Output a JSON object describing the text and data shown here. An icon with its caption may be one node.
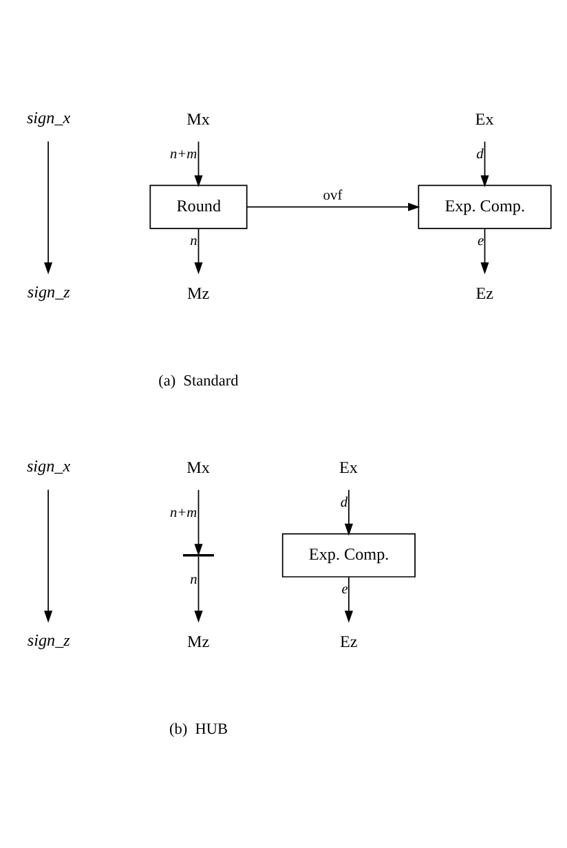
{
  "diagram": {
    "nodes": [
      {
        "text": [
          "sign_x"
        ]
      },
      {
        "text": [
          "Mx"
        ]
      },
      {
        "text": [
          "Ex"
        ]
      },
      {
        "text": [
          "Round"
        ]
      },
      {
        "text": [
          "Exp. Comp."
        ]
      },
      {
        "text": [
          "sign_z"
        ]
      },
      {
        "text": [
          "Mz"
        ]
      },
      {
        "text": [
          "Ez"
        ]
      },
      {
        "text": [
          "sign_x"
        ]
      },
      {
        "text": [
          "Mx"
        ]
      },
      {
        "text": [
          "Ex"
        ]
      },
      {
        "text": [],
        "shape": "bar"
      },
      {
        "text": [
          "Exp. Comp."
        ]
      },
      {
        "text": [
          "sign_z"
        ]
      },
      {
        "text": [
          "Mz"
        ]
      },
      {
        "text": [
          "Ez"
        ]
      }
    ],
    "edges": [
      {
        "from": 0,
        "to": 5,
        "arrow": "to"
      },
      {
        "from": 1,
        "to": 3,
        "arrow": "to",
        "label": "n+m"
      },
      {
        "from": 2,
        "to": 4,
        "arrow": "to",
        "label": "d"
      },
      {
        "from": 3,
        "to": 4,
        "arrow": "to",
        "label": "ovf"
      },
      {
        "from": 3,
        "to": 6,
        "arrow": "to",
        "label": "n"
      },
      {
        "from": 4,
        "to": 7,
        "arrow": "to",
        "label": "e"
      },
      {
        "from": 8,
        "to": 13,
        "arrow": "to"
      },
      {
        "from": 9,
        "to": 11,
        "arrow": "to",
        "label": "n+m"
      },
      {
        "from": 10,
        "to": 12,
        "arrow": "to",
        "label": "d"
      },
      {
        "from": 11,
        "to": 14,
        "arrow": "to",
        "label": "n"
      },
      {
        "from": 12,
        "to": 15,
        "arrow": "to",
        "label": "e"
      }
    ],
    "labels": [
      "(a)  Standard",
      "(b)  HUB"
    ]
  }
}
